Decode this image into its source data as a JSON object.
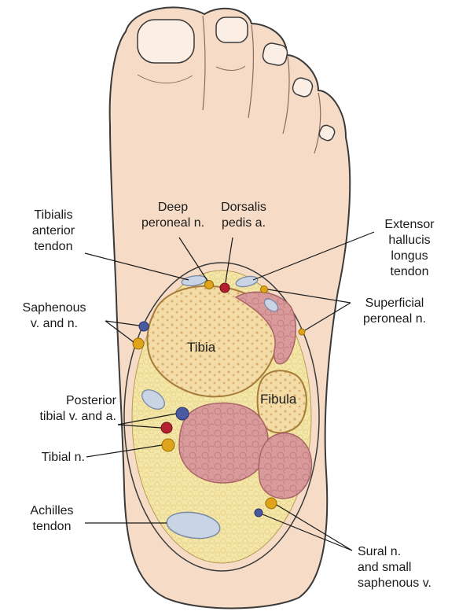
{
  "labels": {
    "tibialis_anterior": "Tibialis\nanterior\ntendon",
    "deep_peroneal": "Deep\nperoneal n.",
    "dorsalis_pedis": "Dorsalis\npedis a.",
    "extensor_hallucis": "Extensor\nhallucis\nlongus\ntendon",
    "saphenous": "Saphenous\nv. and n.",
    "superficial_peroneal": "Superficial\nperoneal n.",
    "tibia": "Tibia",
    "fibula": "Fibula",
    "posterior_tibial": "Posterior\ntibial v. and a.",
    "tibial_n": "Tibial n.",
    "achilles": "Achilles\ntendon",
    "sural": "Sural n.\nand small\nsaphenous v."
  },
  "colors": {
    "skin": "#f6dcc7",
    "skin_outline": "#3a3a3a",
    "fat": "#f3e6a6",
    "bone": "#f3dca6",
    "muscle": "#d99a9c",
    "tendon": "#c9d4e4",
    "nerve": "#e0a41c",
    "vein": "#4a5aa0",
    "artery": "#b32030"
  }
}
